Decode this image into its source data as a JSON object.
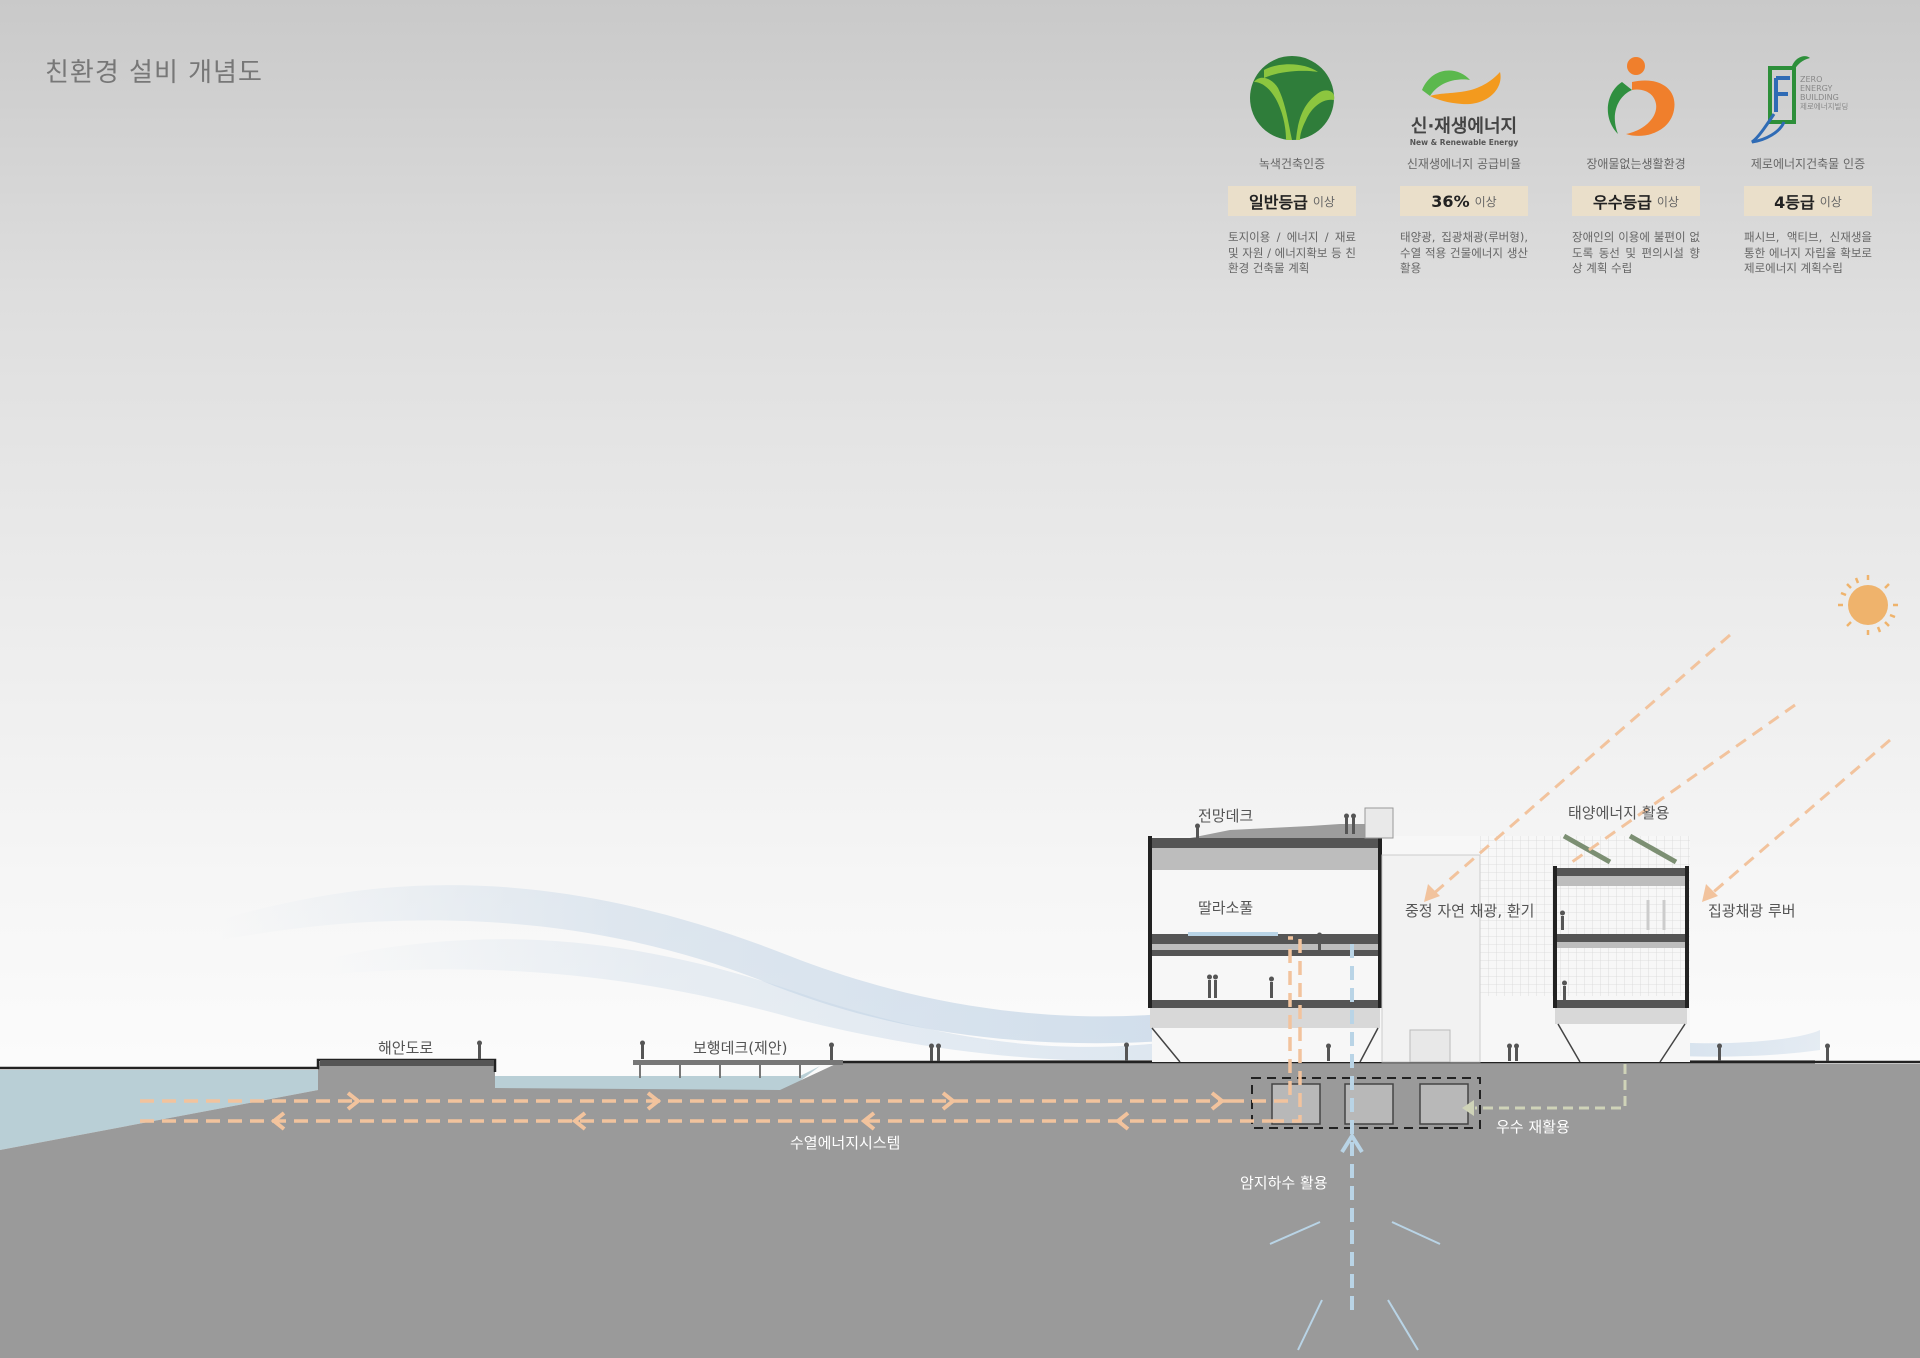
{
  "title": "친환경 설비 개념도",
  "certifications": [
    {
      "logo": "green-building-logo",
      "caption": "녹색건축인증",
      "grade": "일반등급",
      "suffix": "이상",
      "description": "토지이용 / 에너지 / 재료 및 자원 / 에너지확보 등 친환경 건축물 계획"
    },
    {
      "logo": "renewable-energy-logo",
      "logo_text": "신·재생에너지",
      "logo_subtext": "New & Renewable Energy",
      "caption": "신재생에너지 공급비율",
      "grade": "36%",
      "suffix": "이상",
      "description": "태양광, 집광채광(루버형), 수열 적용 건물에너지 생산 활용"
    },
    {
      "logo": "barrier-free-logo",
      "caption": "장애물없는생활환경",
      "grade": "우수등급",
      "suffix": "이상",
      "description": "장애인의 이용에 불편이 없도록 동선 및 편의시설 향상 계획 수립"
    },
    {
      "logo": "zero-energy-logo",
      "logo_text": [
        "ZERO",
        "ENERGY",
        "BUILDING",
        "제로에너지빌딩"
      ],
      "caption": "제로에너지건축물 인증",
      "grade": "4등급",
      "suffix": "이상",
      "description": "패시브, 액티브, 신재생을 통한 에너지 자립율 확보로 제로에너지 계획수립"
    }
  ],
  "labels": {
    "observation_deck": "전망데크",
    "solar_energy": "태양에너지 활용",
    "tallasopul": "딸라소풀",
    "courtyard": "중정 자연 채광, 환기",
    "louver": "집광채광 루버",
    "coastal_road": "해안도로",
    "pedestrian_deck": "보행데크(제안)",
    "rainwater": "우수 재활용",
    "hydrothermal": "수열에너지시스템",
    "groundwater": "암지하수 활용"
  },
  "colors": {
    "ground": "#9a9a9a",
    "sea": "#b9cfd6",
    "energy_arrow": "#f2c39d",
    "water_arrow": "#b9d4e6",
    "rain_line": "#cfd3b8",
    "wind": "#a9c3dd",
    "sun": "#efb36c",
    "badge": "#eadfca"
  },
  "icons": [
    "sun-icon",
    "person-icon"
  ]
}
